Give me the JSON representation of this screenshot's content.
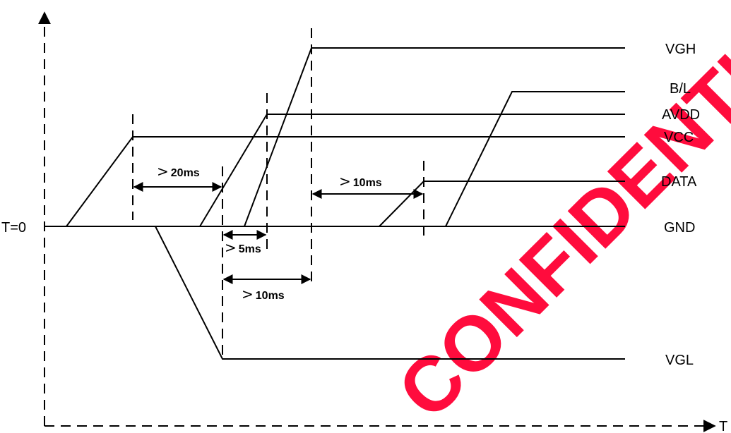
{
  "diagram": {
    "axis": {
      "origin_label": "T=0",
      "time_label": "T"
    },
    "signals": [
      {
        "id": "vgh",
        "label": "VGH"
      },
      {
        "id": "bl",
        "label": "B/L"
      },
      {
        "id": "avdd",
        "label": "AVDD"
      },
      {
        "id": "vcc",
        "label": "VCC"
      },
      {
        "id": "data",
        "label": "DATA"
      },
      {
        "id": "gnd",
        "label": "GND"
      },
      {
        "id": "vgl",
        "label": "VGL"
      }
    ],
    "timings": [
      {
        "id": "vcc-to-vgl",
        "symbol": ">",
        "text": "20ms"
      },
      {
        "id": "vgh-to-data",
        "symbol": ">",
        "text": "10ms"
      },
      {
        "id": "vgl-to-avdd",
        "symbol": ">",
        "text": "5ms"
      },
      {
        "id": "vgl-to-vgh",
        "symbol": ">",
        "text": "10ms"
      }
    ],
    "watermark": {
      "text": "CONFIDENTIAL",
      "color": "#ff0033"
    }
  }
}
